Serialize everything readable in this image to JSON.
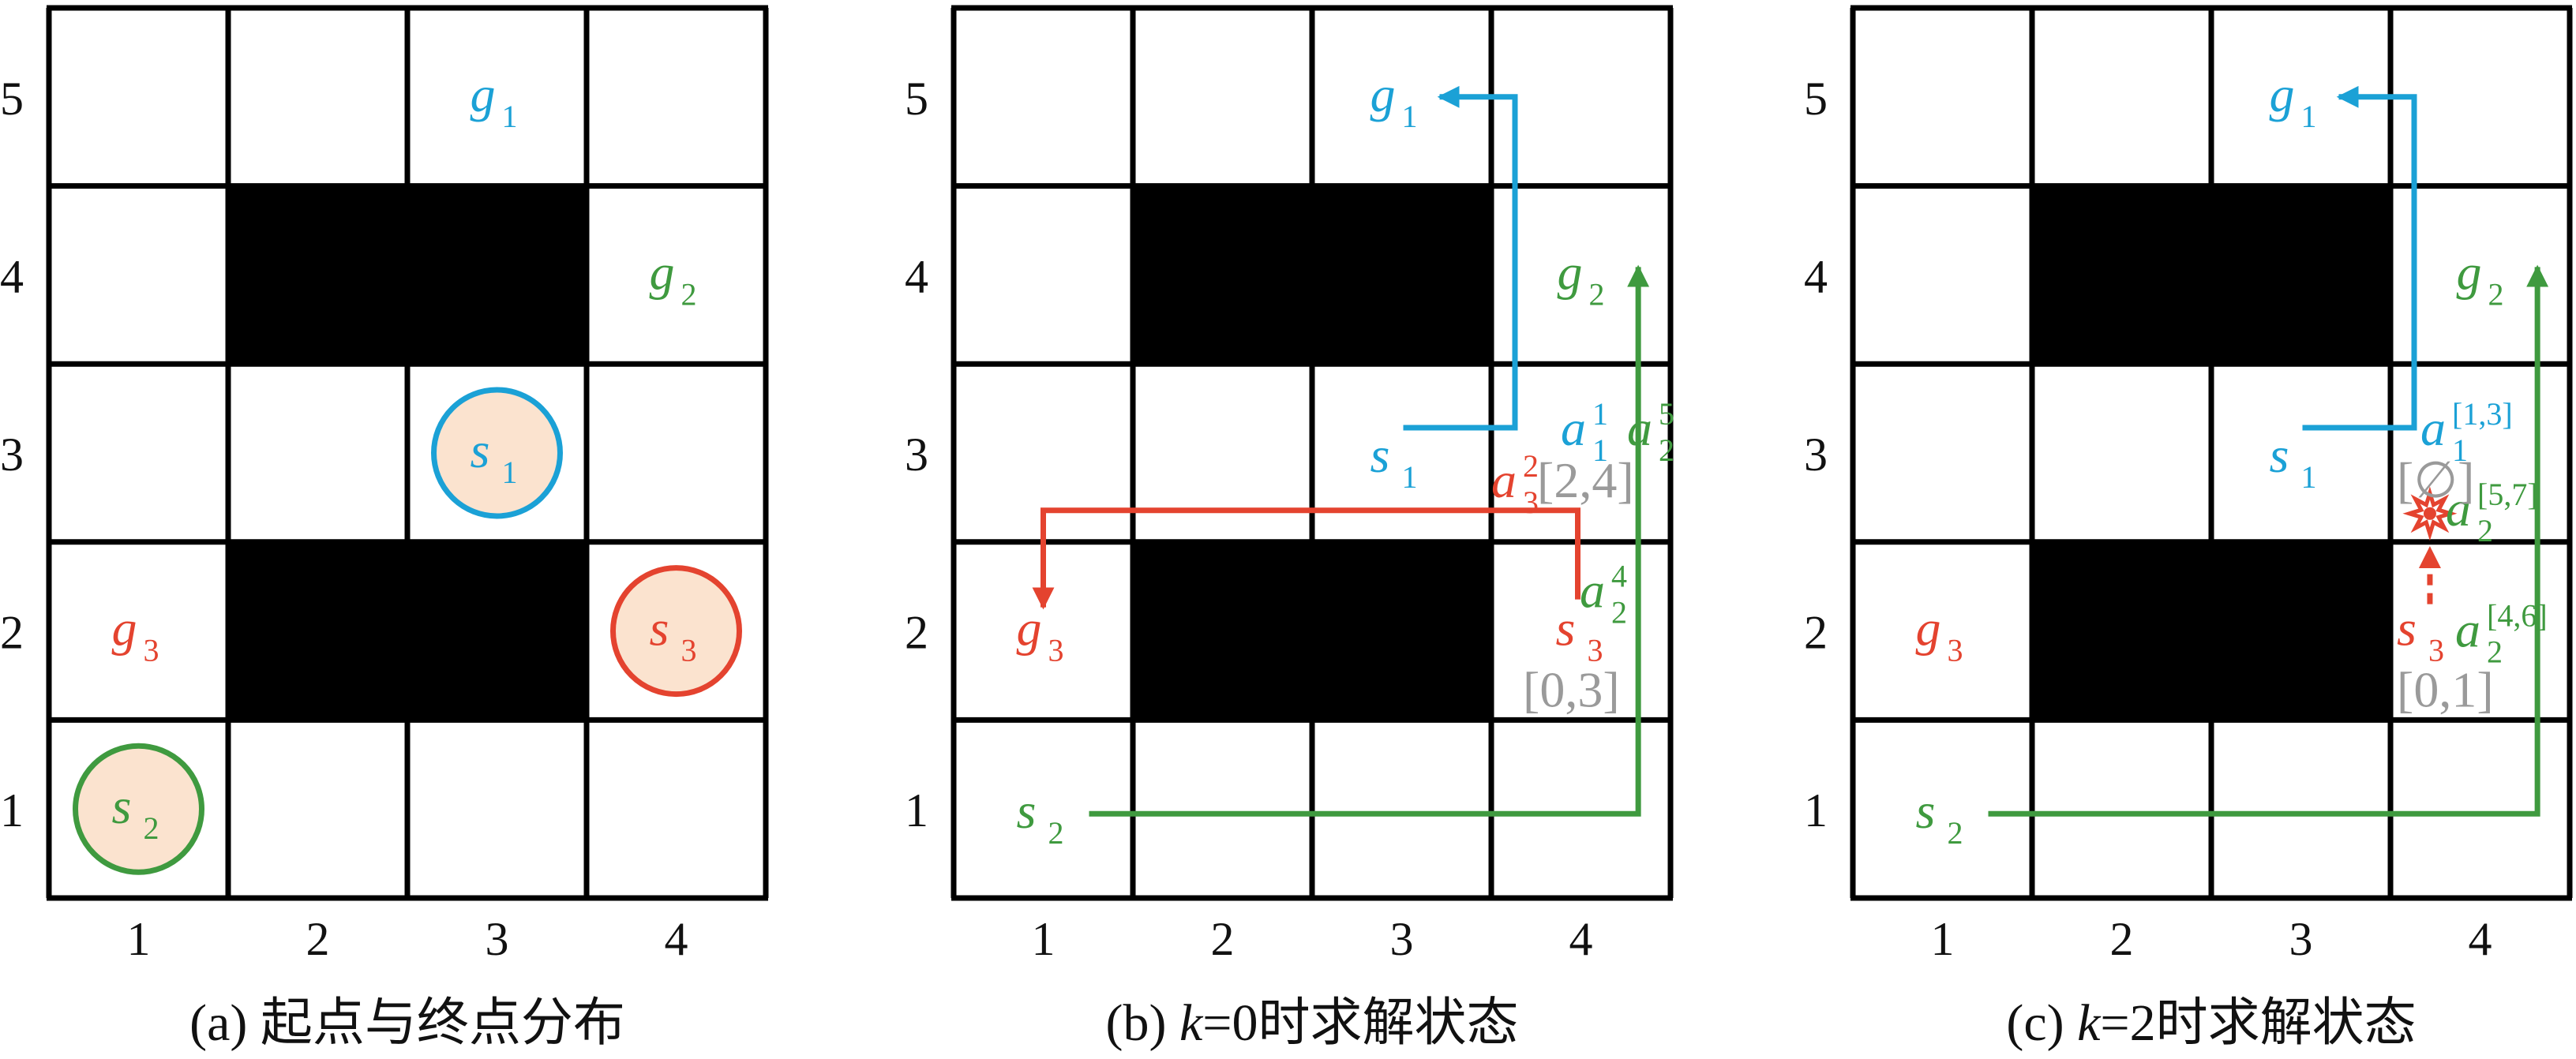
{
  "colors": {
    "grid": "#000000",
    "obstacle": "#000000",
    "agent1": "#1ba1d6",
    "agent2": "#3f9a3f",
    "agent3": "#e4432f",
    "start_fill": "#fbe3cf",
    "interval": "#9a9a9a",
    "collision": "#e4432f"
  },
  "axes": {
    "x_ticks": [
      "1",
      "2",
      "3",
      "4"
    ],
    "y_ticks": [
      "1",
      "2",
      "3",
      "4",
      "5"
    ]
  },
  "obstacles": [
    {
      "cols": [
        2,
        3
      ],
      "row": 4
    },
    {
      "cols": [
        2,
        3
      ],
      "row": 2
    }
  ],
  "panels": [
    {
      "id": "a",
      "caption": "(a) 起点与终点分布",
      "goals": [
        {
          "base": "g",
          "sub": "1",
          "col": 3,
          "row": 5,
          "agent": "agent1"
        },
        {
          "base": "g",
          "sub": "2",
          "col": 4,
          "row": 4,
          "agent": "agent2"
        },
        {
          "base": "g",
          "sub": "3",
          "col": 1,
          "row": 2,
          "agent": "agent3"
        }
      ],
      "starts": [
        {
          "base": "s",
          "sub": "1",
          "col": 3,
          "row": 3,
          "agent": "agent1"
        },
        {
          "base": "s",
          "sub": "2",
          "col": 1,
          "row": 1,
          "agent": "agent2"
        },
        {
          "base": "s",
          "sub": "3",
          "col": 4,
          "row": 2,
          "agent": "agent3"
        }
      ]
    },
    {
      "id": "b",
      "caption": "(b) k=0时求解状态",
      "caption_parts": {
        "pre": "(b) ",
        "k": "k",
        "post": "=0时求解状态"
      },
      "goals": [
        {
          "base": "g",
          "sub": "1",
          "agent": "agent1"
        },
        {
          "base": "g",
          "sub": "2",
          "agent": "agent2"
        },
        {
          "base": "g",
          "sub": "3",
          "agent": "agent3"
        }
      ],
      "starts": [
        {
          "base": "s",
          "sub": "1",
          "agent": "agent1"
        },
        {
          "base": "s",
          "sub": "2",
          "agent": "agent2"
        },
        {
          "base": "s",
          "sub": "3",
          "agent": "agent3"
        }
      ],
      "actions": [
        {
          "base": "a",
          "sub": "1",
          "sup": "1",
          "agent": "agent1"
        },
        {
          "base": "a",
          "sub": "2",
          "sup": "5",
          "agent": "agent2"
        },
        {
          "base": "a",
          "sub": "3",
          "sup": "2",
          "agent": "agent3"
        },
        {
          "base": "a",
          "sub": "2",
          "sup": "4",
          "agent": "agent2"
        }
      ],
      "intervals": [
        "[2,4]",
        "[0,3]"
      ]
    },
    {
      "id": "c",
      "caption": "(c) k=2时求解状态",
      "caption_parts": {
        "pre": "(c) ",
        "k": "k",
        "post": "=2时求解状态"
      },
      "goals": [
        {
          "base": "g",
          "sub": "1",
          "agent": "agent1"
        },
        {
          "base": "g",
          "sub": "2",
          "agent": "agent2"
        },
        {
          "base": "g",
          "sub": "3",
          "agent": "agent3"
        }
      ],
      "starts": [
        {
          "base": "s",
          "sub": "1",
          "agent": "agent1"
        },
        {
          "base": "s",
          "sub": "2",
          "agent": "agent2"
        },
        {
          "base": "s",
          "sub": "3",
          "agent": "agent3"
        }
      ],
      "actions": [
        {
          "base": "a",
          "sub": "1",
          "sup": "[1,3]",
          "agent": "agent1"
        },
        {
          "base": "a",
          "sub": "2",
          "sup": "[5,7]",
          "agent": "agent2"
        },
        {
          "base": "a",
          "sub": "2",
          "sup": "[4,6]",
          "agent": "agent2"
        }
      ],
      "intervals": [
        "[∅]",
        "[0,1]"
      ]
    }
  ]
}
